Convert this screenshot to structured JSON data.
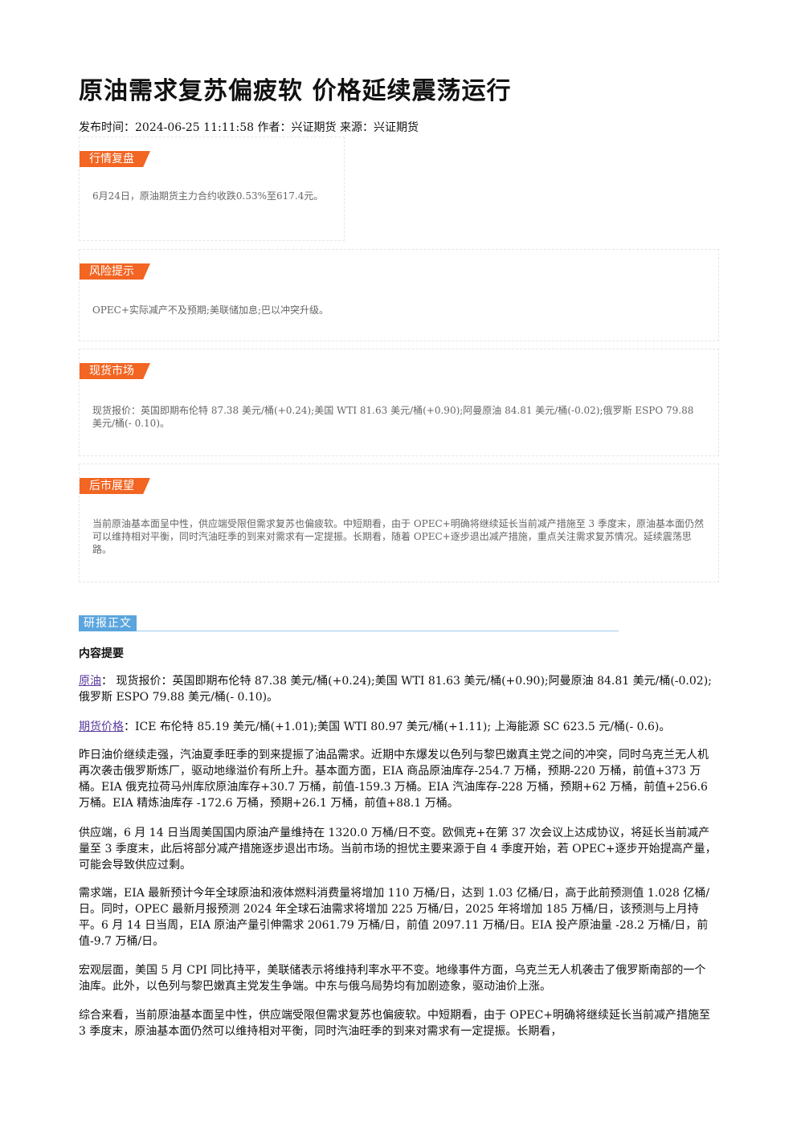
{
  "title": "原油需求复苏偏疲软 价格延续震荡运行",
  "meta": "发布时间：2024-06-25 11:11:58 作者：兴证期货 来源：兴证期货",
  "sections": [
    {
      "tag": "行情复盘",
      "text": "6月24日，原油期货主力合约收跌0.53%至617.4元。"
    },
    {
      "tag": "风险提示",
      "text": "OPEC+实际减产不及预期;美联储加息;巴以冲突升级。"
    },
    {
      "tag": "现货市场",
      "text": "现货报价：英国即期布伦特 87.38 美元/桶(+0.24);美国 WTI 81.63 美元/桶(+0.90);阿曼原油 84.81 美元/桶(-0.02);俄罗斯 ESPO 79.88 美元/桶(- 0.10)。"
    },
    {
      "tag": "后市展望",
      "text": "当前原油基本面呈中性，供应端受限但需求复苏也偏疲软。中短期看，由于 OPEC+明确将继续延长当前减产措施至 3 季度末，原油基本面仍然可以维持相对平衡，同时汽油旺季的到来对需求有一定提振。长期看，随着 OPEC+逐步退出减产措施，重点关注需求复苏情况。延续震荡思路。"
    }
  ],
  "report_tag": "研报正文",
  "summary_head": "内容提要",
  "paragraphs": [
    {
      "link": "原油",
      "text": "：  现货报价：英国即期布伦特 87.38 美元/桶(+0.24);美国 WTI 81.63 美元/桶(+0.90);阿曼原油 84.81 美元/桶(-0.02);俄罗斯 ESPO 79.88 美元/桶(- 0.10)。"
    },
    {
      "link": "期货价格",
      "text": "：ICE 布伦特 85.19 美元/桶(+1.01);美国 WTI 80.97 美元/桶(+1.11); 上海能源 SC 623.5 元/桶(- 0.6)。"
    },
    {
      "text": "昨日油价继续走强，汽油夏季旺季的到来提振了油品需求。近期中东爆发以色列与黎巴嫩真主党之间的冲突，同时乌克兰无人机再次袭击俄罗斯炼厂，驱动地缘溢价有所上升。基本面方面，EIA 商品原油库存-254.7 万桶，预期-220 万桶，前值+373 万桶。EIA 俄克拉荷马州库欣原油库存+30.7 万桶，前值-159.3 万桶。EIA 汽油库存-228 万桶，预期+62 万桶，前值+256.6 万桶。EIA 精炼油库存 -172.6 万桶，预期+26.1 万桶，前值+88.1 万桶。"
    },
    {
      "text": "供应端，6 月 14 日当周美国国内原油产量维持在 1320.0 万桶/日不变。欧佩克+在第 37 次会议上达成协议，将延长当前减产量至 3 季度末，此后将部分减产措施逐步退出市场。当前市场的担忧主要来源于自 4 季度开始，若 OPEC+逐步开始提高产量，可能会导致供应过剩。"
    },
    {
      "text": "需求端，EIA 最新预计今年全球原油和液体燃料消费量将增加 110 万桶/日，达到 1.03 亿桶/日，高于此前预测值 1.028 亿桶/日。同时，OPEC 最新月报预测 2024 年全球石油需求将增加 225 万桶/日，2025 年将增加 185 万桶/日，该预测与上月持平。6 月 14 日当周，EIA 原油产量引伸需求 2061.79 万桶/日，前值 2097.11 万桶/日。EIA 投产原油量 -28.2 万桶/日，前值-9.7 万桶/日。"
    },
    {
      "text": "宏观层面，美国 5 月 CPI 同比持平，美联储表示将维持利率水平不变。地缘事件方面，乌克兰无人机袭击了俄罗斯南部的一个油库。此外，以色列与黎巴嫩真主党发生争端。中东与俄乌局势均有加剧迹象，驱动油价上涨。"
    },
    {
      "text": "综合来看，当前原油基本面呈中性，供应端受限但需求复苏也偏疲软。中短期看，由于 OPEC+明确将继续延长当前减产措施至 3 季度末，原油基本面仍然可以维持相对平衡，同时汽油旺季的到来对需求有一定提振。长期看，"
    }
  ],
  "colors": {
    "tag": "#f26522",
    "report_tag": "#5aa5de",
    "link": "#5b3a9c"
  }
}
